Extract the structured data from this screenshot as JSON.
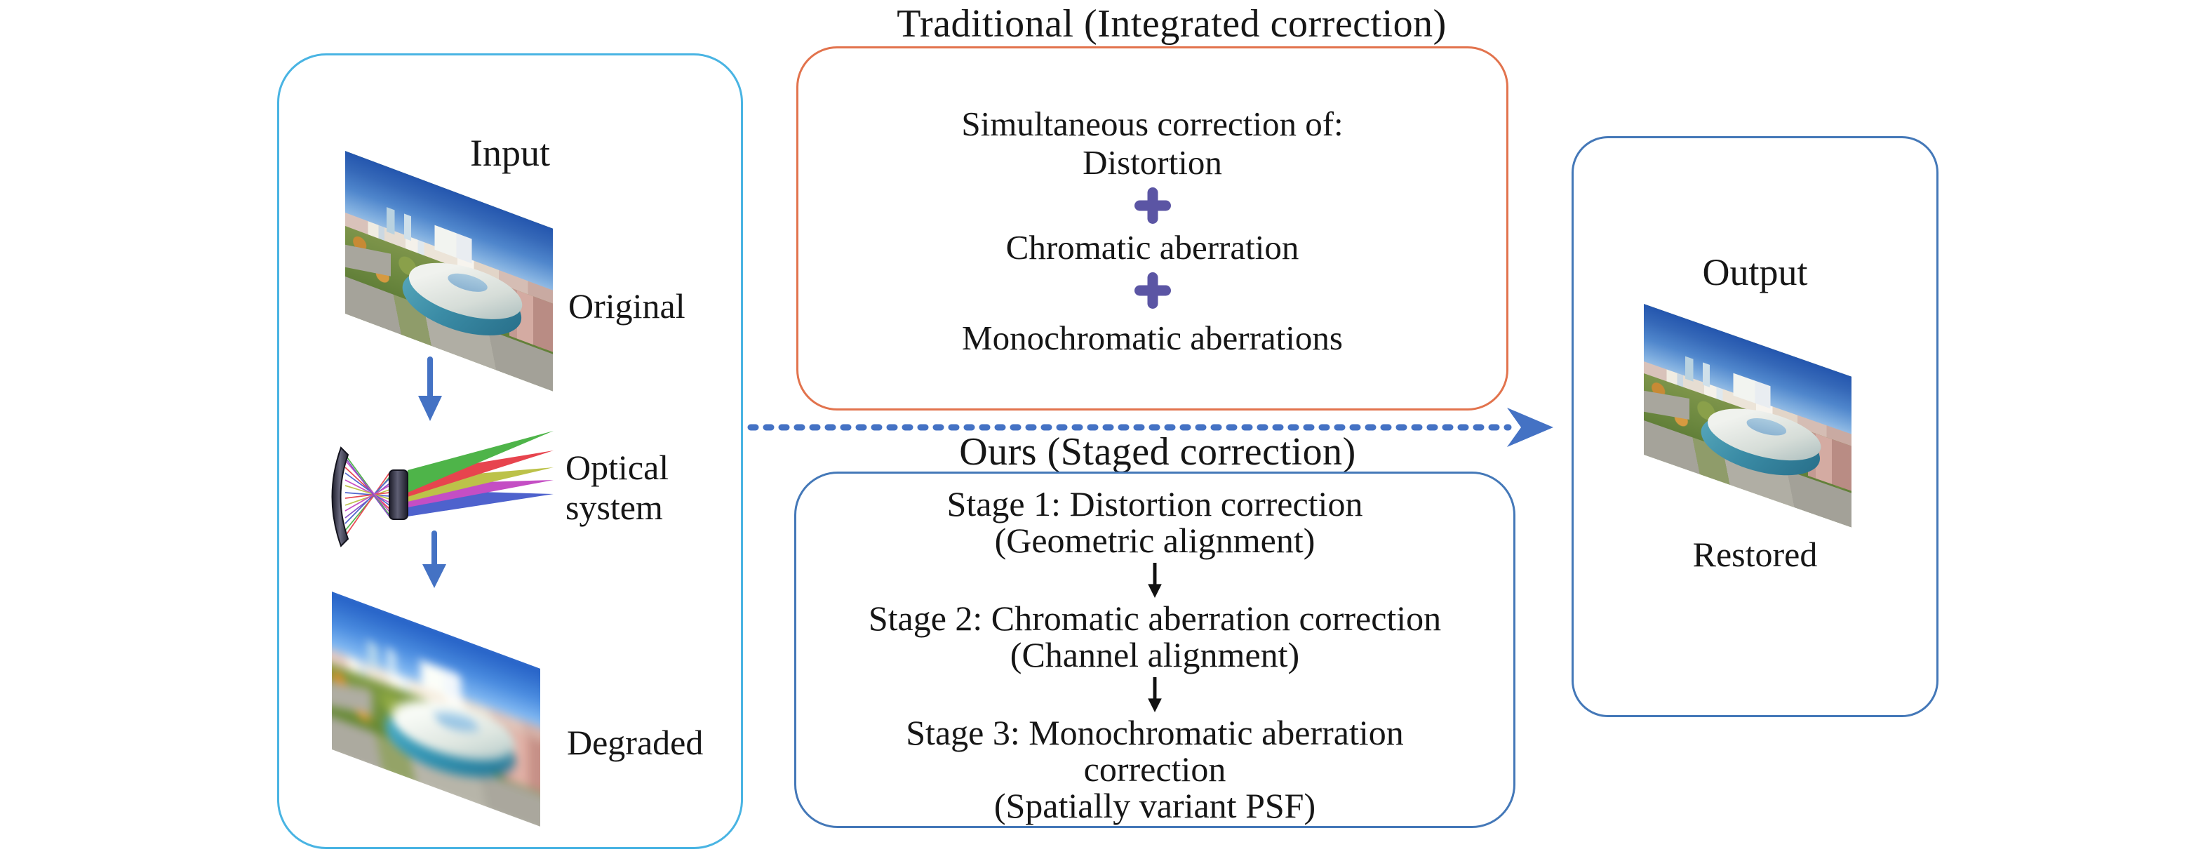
{
  "titles": {
    "traditional": "Traditional (Integrated correction)",
    "ours": "Ours (Staged correction)"
  },
  "input_panel": {
    "title": "Input",
    "items": [
      {
        "label": "Original"
      },
      {
        "label": "Optical system"
      },
      {
        "label": "Degraded"
      }
    ]
  },
  "traditional_box": {
    "plus": "+",
    "lines": [
      "Simultaneous correction of:",
      "Distortion",
      "Chromatic aberration",
      "Monochromatic aberrations"
    ]
  },
  "staged_box": {
    "stages": [
      {
        "lines": [
          "Stage 1: Distortion correction",
          "(Geometric alignment)"
        ]
      },
      {
        "lines": [
          "Stage 2: Chromatic aberration correction",
          "(Channel alignment)"
        ]
      },
      {
        "lines": [
          "Stage 3: Monochromatic aberration",
          "correction",
          "(Spatially variant PSF)"
        ]
      }
    ]
  },
  "output_panel": {
    "title": "Output",
    "label": "Restored"
  },
  "icons": {
    "plus": "plus-icon",
    "down_arrow": "down-arrow-icon",
    "stage_down_arrow": "stage-down-arrow-icon",
    "flow_arrow": "dashed-right-arrow-icon"
  },
  "colors": {
    "input_border": "#49b4e3",
    "traditional_border": "#e2734d",
    "staged_border": "#4478b8",
    "output_border": "#4478b8",
    "flow_arrow_blue": "#4472c4",
    "plus_purple": "#5b55a4",
    "text": "#161616"
  }
}
